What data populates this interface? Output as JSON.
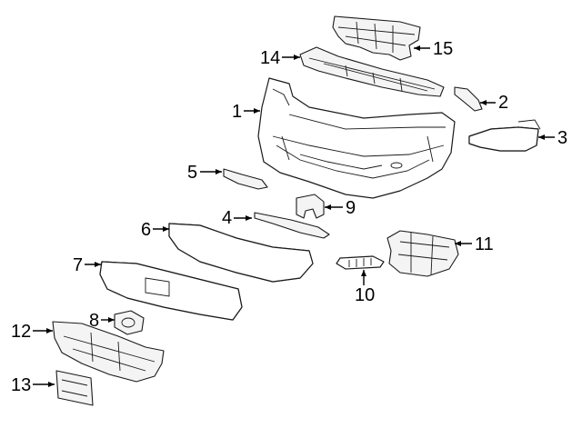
{
  "callouts": [
    {
      "id": "1",
      "label": "1"
    },
    {
      "id": "2",
      "label": "2"
    },
    {
      "id": "3",
      "label": "3"
    },
    {
      "id": "4",
      "label": "4"
    },
    {
      "id": "5",
      "label": "5"
    },
    {
      "id": "6",
      "label": "6"
    },
    {
      "id": "7",
      "label": "7"
    },
    {
      "id": "8",
      "label": "8"
    },
    {
      "id": "9",
      "label": "9"
    },
    {
      "id": "10",
      "label": "10"
    },
    {
      "id": "11",
      "label": "11"
    },
    {
      "id": "12",
      "label": "12"
    },
    {
      "id": "13",
      "label": "13"
    },
    {
      "id": "14",
      "label": "14"
    },
    {
      "id": "15",
      "label": "15"
    }
  ],
  "colors": {
    "line": "#1a1a1a",
    "background": "#ffffff"
  }
}
